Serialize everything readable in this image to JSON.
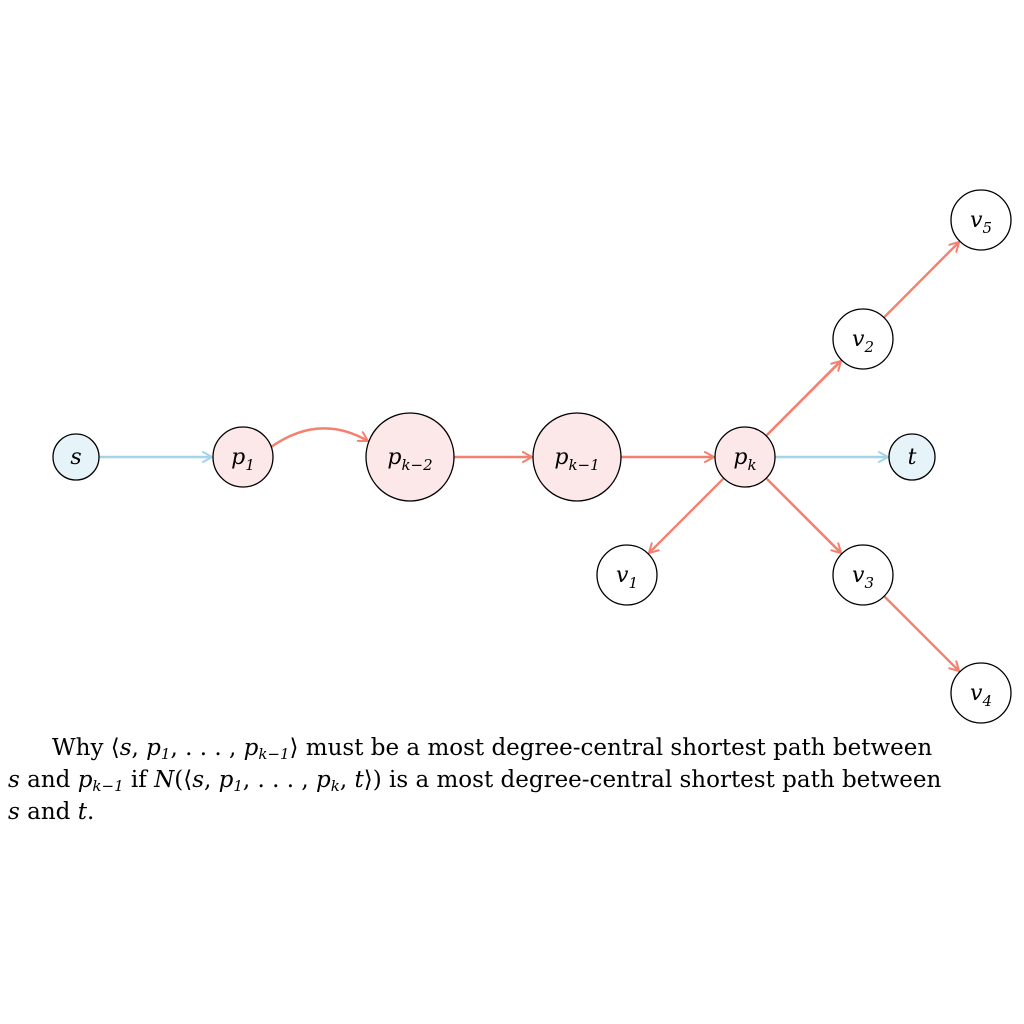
{
  "nodes": [
    {
      "id": "s",
      "base": "s",
      "sub": "",
      "fill": "#e6f4fa"
    },
    {
      "id": "p1",
      "base": "p",
      "sub": "1",
      "fill": "#fde8e9"
    },
    {
      "id": "pk2",
      "base": "p",
      "sub": "k−2",
      "fill": "#fde8e9"
    },
    {
      "id": "pk1",
      "base": "p",
      "sub": "k−1",
      "fill": "#fde8e9"
    },
    {
      "id": "pk",
      "base": "p",
      "sub": "k",
      "fill": "#fde8e9"
    },
    {
      "id": "t",
      "base": "t",
      "sub": "",
      "fill": "#e6f4fa"
    },
    {
      "id": "v1",
      "base": "v",
      "sub": "1",
      "fill": "#ffffff"
    },
    {
      "id": "v2",
      "base": "v",
      "sub": "2",
      "fill": "#ffffff"
    },
    {
      "id": "v3",
      "base": "v",
      "sub": "3",
      "fill": "#ffffff"
    },
    {
      "id": "v4",
      "base": "v",
      "sub": "4",
      "fill": "#ffffff"
    },
    {
      "id": "v5",
      "base": "v",
      "sub": "5",
      "fill": "#ffffff"
    }
  ],
  "edges": [
    {
      "from": "s",
      "to": "p1",
      "color": "#a3d4e8"
    },
    {
      "from": "p1",
      "to": "pk2",
      "color": "#f4806f",
      "curved": true
    },
    {
      "from": "pk2",
      "to": "pk1",
      "color": "#f4806f"
    },
    {
      "from": "pk1",
      "to": "pk",
      "color": "#f4806f"
    },
    {
      "from": "pk",
      "to": "t",
      "color": "#a3d4e8"
    },
    {
      "from": "pk",
      "to": "v1",
      "color": "#f4806f"
    },
    {
      "from": "pk",
      "to": "v2",
      "color": "#f4806f"
    },
    {
      "from": "pk",
      "to": "v3",
      "color": "#f4806f"
    },
    {
      "from": "pk",
      "to": "v5",
      "color": "#f4806f"
    },
    {
      "from": "pk",
      "to": "v4",
      "color": "#f4806f"
    }
  ],
  "caption": {
    "line1": {
      "t1": "Why ⟨",
      "s": "s",
      "t2": ", ",
      "p1": "p",
      "p1_sub": "1",
      "t3": ", . . . , ",
      "pk1": "p",
      "pk1_sub": "k−1",
      "t4": "⟩ must be a most degree-central shortest path between"
    },
    "line2": {
      "s": "s",
      "t1": " and ",
      "pk1": "p",
      "pk1_sub": "k−1",
      "t2": " if ",
      "N": "N",
      "t3": "(⟨",
      "s2": "s",
      "t4": ", ",
      "p1": "p",
      "p1_sub": "1",
      "t5": ", . . . , ",
      "pk": "p",
      "pk_sub": "k",
      "t6": ", ",
      "t": "t",
      "t7": "⟩) is a most degree-central shortest path between"
    },
    "line3": {
      "s": "s",
      "t1": " and ",
      "t": "t",
      "t2": "."
    }
  }
}
